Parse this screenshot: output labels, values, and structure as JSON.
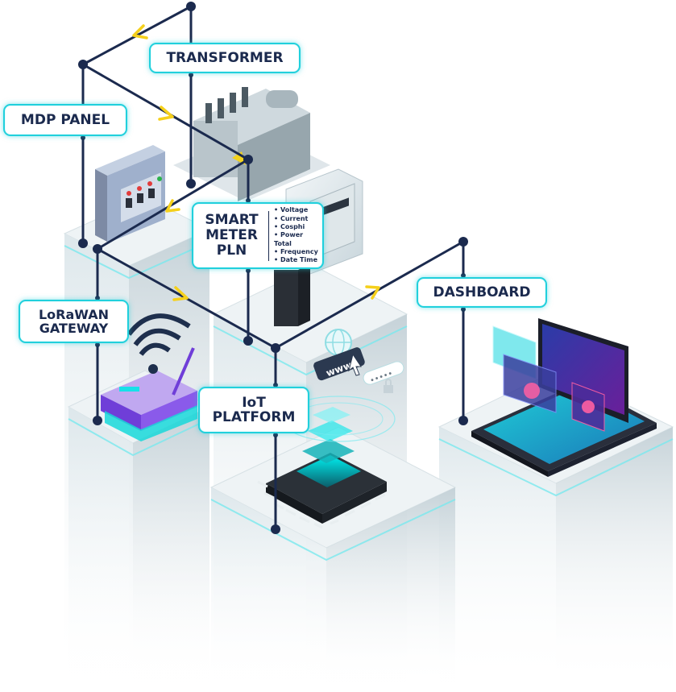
{
  "labels": {
    "transformer": "TRANSFORMER",
    "mdp_panel": "MDP PANEL",
    "smart_meter": [
      "SMART",
      "METER",
      "PLN"
    ],
    "smart_meter_params": [
      "Voltage",
      "Current",
      "Cosphi",
      "Power Total",
      "Frequency",
      "Date Time"
    ],
    "lorawan_gateway": [
      "LoRaWAN",
      "GATEWAY"
    ],
    "dashboard": "DASHBOARD",
    "iot_platform": [
      "IoT",
      "PLATFORM"
    ]
  },
  "screen_text": {
    "url_bubble": "www.",
    "password_dots": "•••••"
  },
  "colors": {
    "line": "#1b2a4e",
    "arrow": "#f5d01b",
    "accent": "#21d0dc",
    "label_text": "#1b2a4e",
    "pillar_light": "#e6eef1",
    "pillar_dark": "#c6d3d9",
    "glow": "#00e5ec"
  }
}
